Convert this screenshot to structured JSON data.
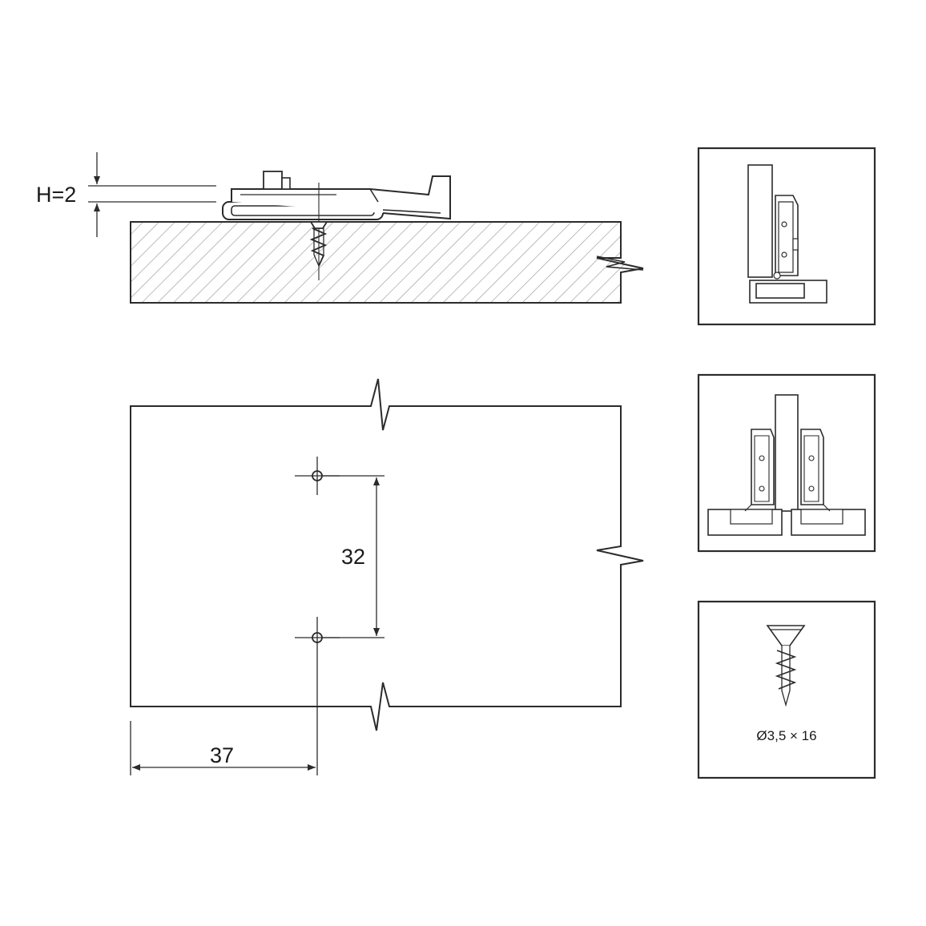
{
  "diagram": {
    "labels": {
      "height_offset": "H=2",
      "hole_spacing": "32",
      "edge_distance": "37",
      "screw_spec": "Ø3,5 × 16"
    },
    "icons": {
      "side_view": "hinge-side-icon",
      "pair_view": "hinge-pair-icon",
      "screw": "screw-icon"
    },
    "colors": {
      "line": "#2b2b2b",
      "hatch": "#9a9a9a",
      "background": "#ffffff"
    }
  }
}
